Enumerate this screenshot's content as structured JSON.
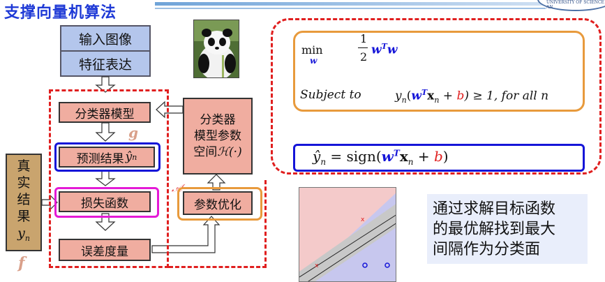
{
  "slide": {
    "title": "支撑向量机算法",
    "logo_text": "UNIVERSITY OF SCIENCE AN"
  },
  "flow": {
    "input_image": "输入图像",
    "feature_repr": "特征表达",
    "classifier_model": "分类器模型",
    "prediction": "预测结果",
    "prediction_sym": "ŷ",
    "prediction_sub": "n",
    "loss_function": "损失函数",
    "error_measure": "误差度量",
    "param_opt": "参数优化",
    "param_space_l1": "分类器",
    "param_space_l2": "模型参数",
    "param_space_l3": "空间",
    "param_space_sym": "ℋ(·)",
    "truth_l1": "真",
    "truth_l2": "实",
    "truth_l3": "结",
    "truth_l4": "果",
    "truth_sym": "y",
    "truth_sub": "n",
    "label_g": "g",
    "label_f": "f",
    "label_A": "𝒜"
  },
  "formula": {
    "min_word": "min",
    "min_sub": "w",
    "frac_num": "1",
    "frac_den": "2",
    "w": "w",
    "T": "T",
    "subject_to": "Subject to",
    "constraint_y": "y",
    "constraint_n": "n",
    "x": "x",
    "plus": " + ",
    "b": "b",
    "constraint_rhs": ") ≥ 1, for all n",
    "pred_lhs": "ŷ",
    "pred_eq": " = sign(",
    "pred_close": ")"
  },
  "note": {
    "line1": "通过求解目标函数",
    "line2": "的最优解找到最大",
    "line3": "间隔作为分类面"
  },
  "colors": {
    "title_blue": "#1f3ad6",
    "input_blue": "#b4c6ec",
    "module_pink": "#f0ada0",
    "dashed_red": "#e01f1f",
    "orange_border": "#e89a3c",
    "blue_border": "#1515d8",
    "magenta_border": "#e41ad6",
    "truth_tan": "#c9a46e",
    "note_bg": "#e9eefb"
  }
}
